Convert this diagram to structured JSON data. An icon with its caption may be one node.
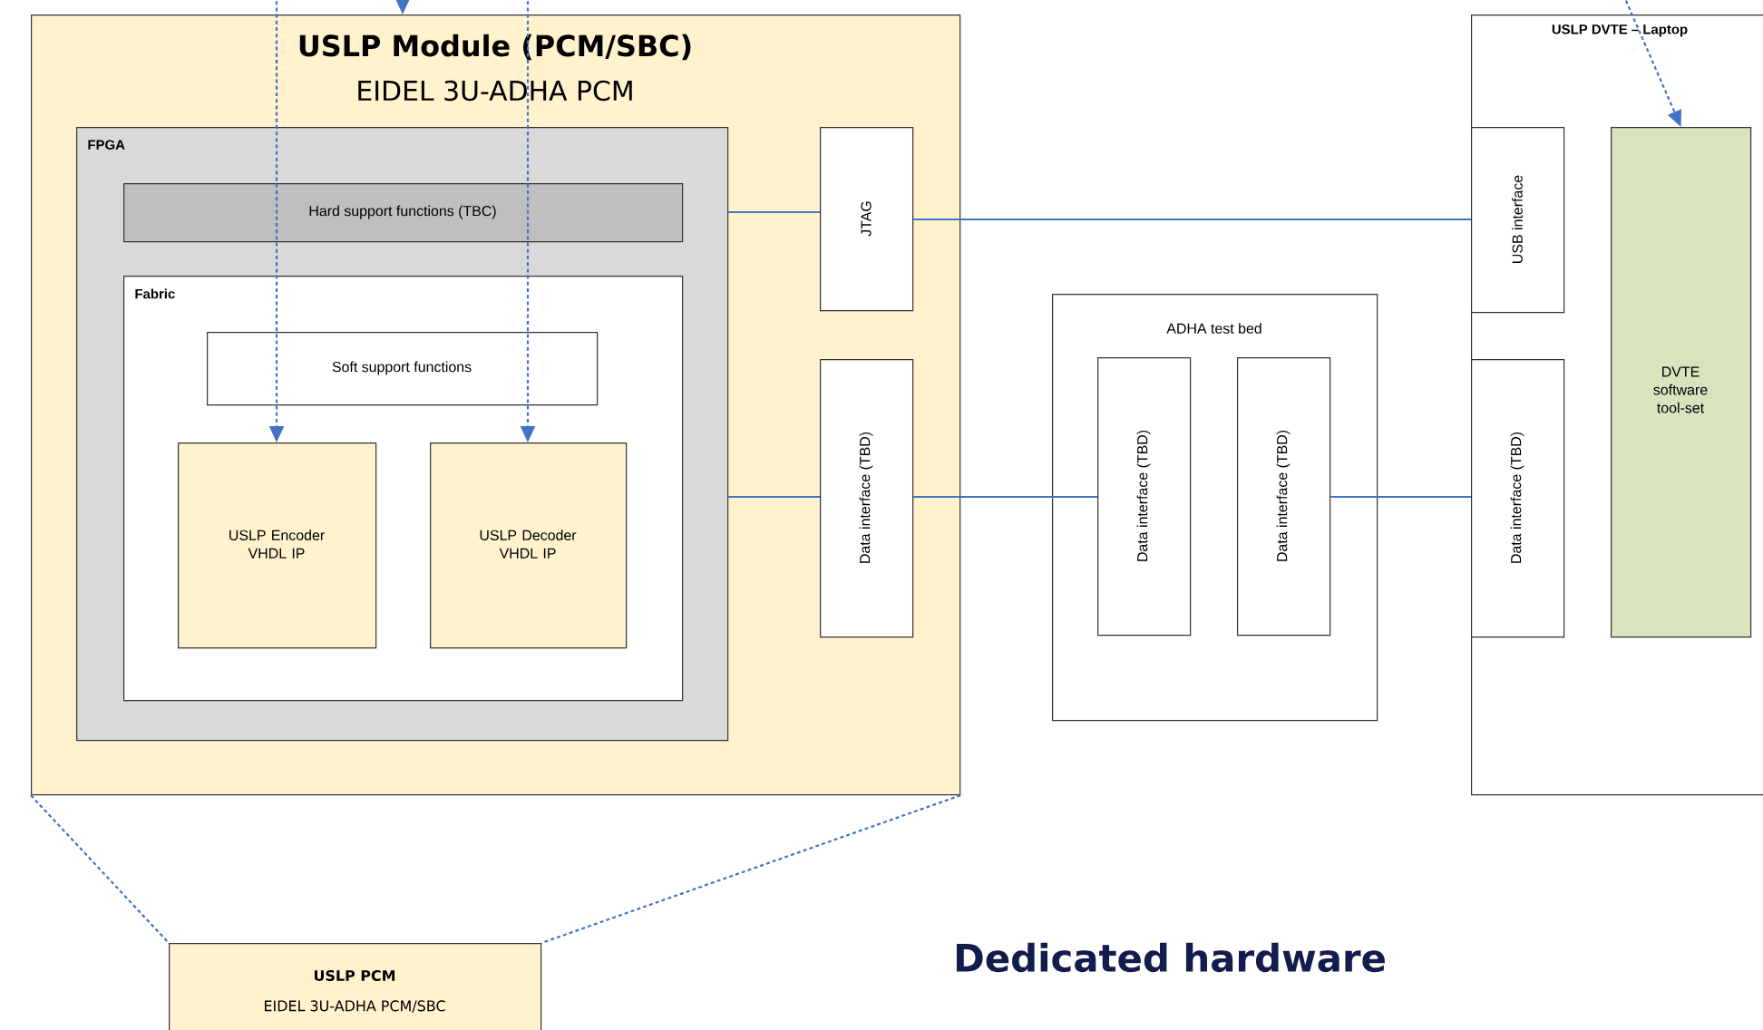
{
  "diagram": {
    "nodes": [
      {
        "text": [
          "USLP Module (PCM/SBC)",
          "EIDEL 3U-ADHA PCM"
        ]
      },
      {
        "text": [
          "FPGA"
        ],
        "in": 0
      },
      {
        "text": [
          "Hard support functions (TBC)"
        ],
        "in": 1
      },
      {
        "text": [
          "Fabric"
        ],
        "in": 1
      },
      {
        "text": [
          "Soft support functions"
        ],
        "in": 3
      },
      {
        "text": [
          "USLP Encoder VHDL IP"
        ],
        "in": 3
      },
      {
        "text": [
          "USLP Decoder VHDL IP"
        ],
        "in": 3
      },
      {
        "text": [
          "JTAG"
        ],
        "in": 0
      },
      {
        "text": [
          "Data interface (TBD)"
        ],
        "in": 0
      },
      {
        "text": [
          "ADHA test bed"
        ]
      },
      {
        "text": [
          "Data interface (TBD)"
        ],
        "in": 9
      },
      {
        "text": [
          "Data interface (TBD)"
        ],
        "in": 9
      },
      {
        "text": [
          "USLP DVTE – Laptop"
        ]
      },
      {
        "text": [
          "USB interface"
        ],
        "in": 12
      },
      {
        "text": [
          "Data interface (TBD)"
        ],
        "in": 12
      },
      {
        "text": [
          "DVTE software tool-set"
        ],
        "in": 12
      },
      {
        "text": [
          "USLP PCM",
          "EIDEL 3U-ADHA PCM/SBC"
        ]
      }
    ],
    "edges": [
      {
        "from": null,
        "to": 0,
        "arrow": "to",
        "style": "dashed"
      },
      {
        "from": null,
        "to": 5,
        "arrow": "to",
        "style": "dashed"
      },
      {
        "from": null,
        "to": 6,
        "arrow": "to",
        "style": "dashed"
      },
      {
        "from": null,
        "to": 15,
        "arrow": "to",
        "style": "dashed"
      },
      {
        "from": 1,
        "to": 7,
        "arrow": "none"
      },
      {
        "from": 7,
        "to": 13,
        "arrow": "none"
      },
      {
        "from": 1,
        "to": 8,
        "arrow": "none"
      },
      {
        "from": 8,
        "to": 10,
        "arrow": "none"
      },
      {
        "from": 11,
        "to": 14,
        "arrow": "none"
      },
      {
        "from": 0,
        "to": 16,
        "arrow": "none",
        "style": "dashed"
      },
      {
        "from": 0,
        "to": 16,
        "arrow": "none",
        "style": "dashed"
      }
    ],
    "labels": [
      "Dedicated hardware"
    ]
  }
}
